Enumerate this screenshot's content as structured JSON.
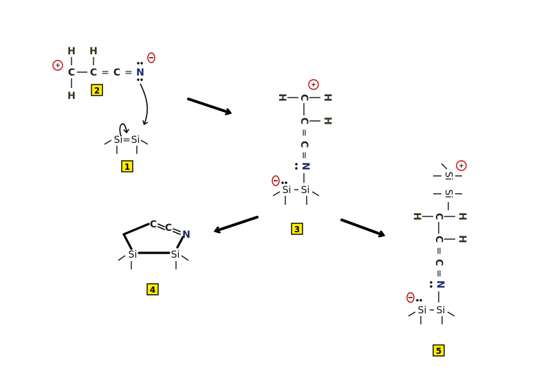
{
  "labels": {
    "c1": "1",
    "c2": "2",
    "c3": "3",
    "c4": "4",
    "c5": "5"
  },
  "atoms": {
    "C": "C",
    "H": "H",
    "N": "N",
    "Si": "Si",
    "eq": "="
  },
  "charges": {
    "plus": "+",
    "minus": ""
  }
}
